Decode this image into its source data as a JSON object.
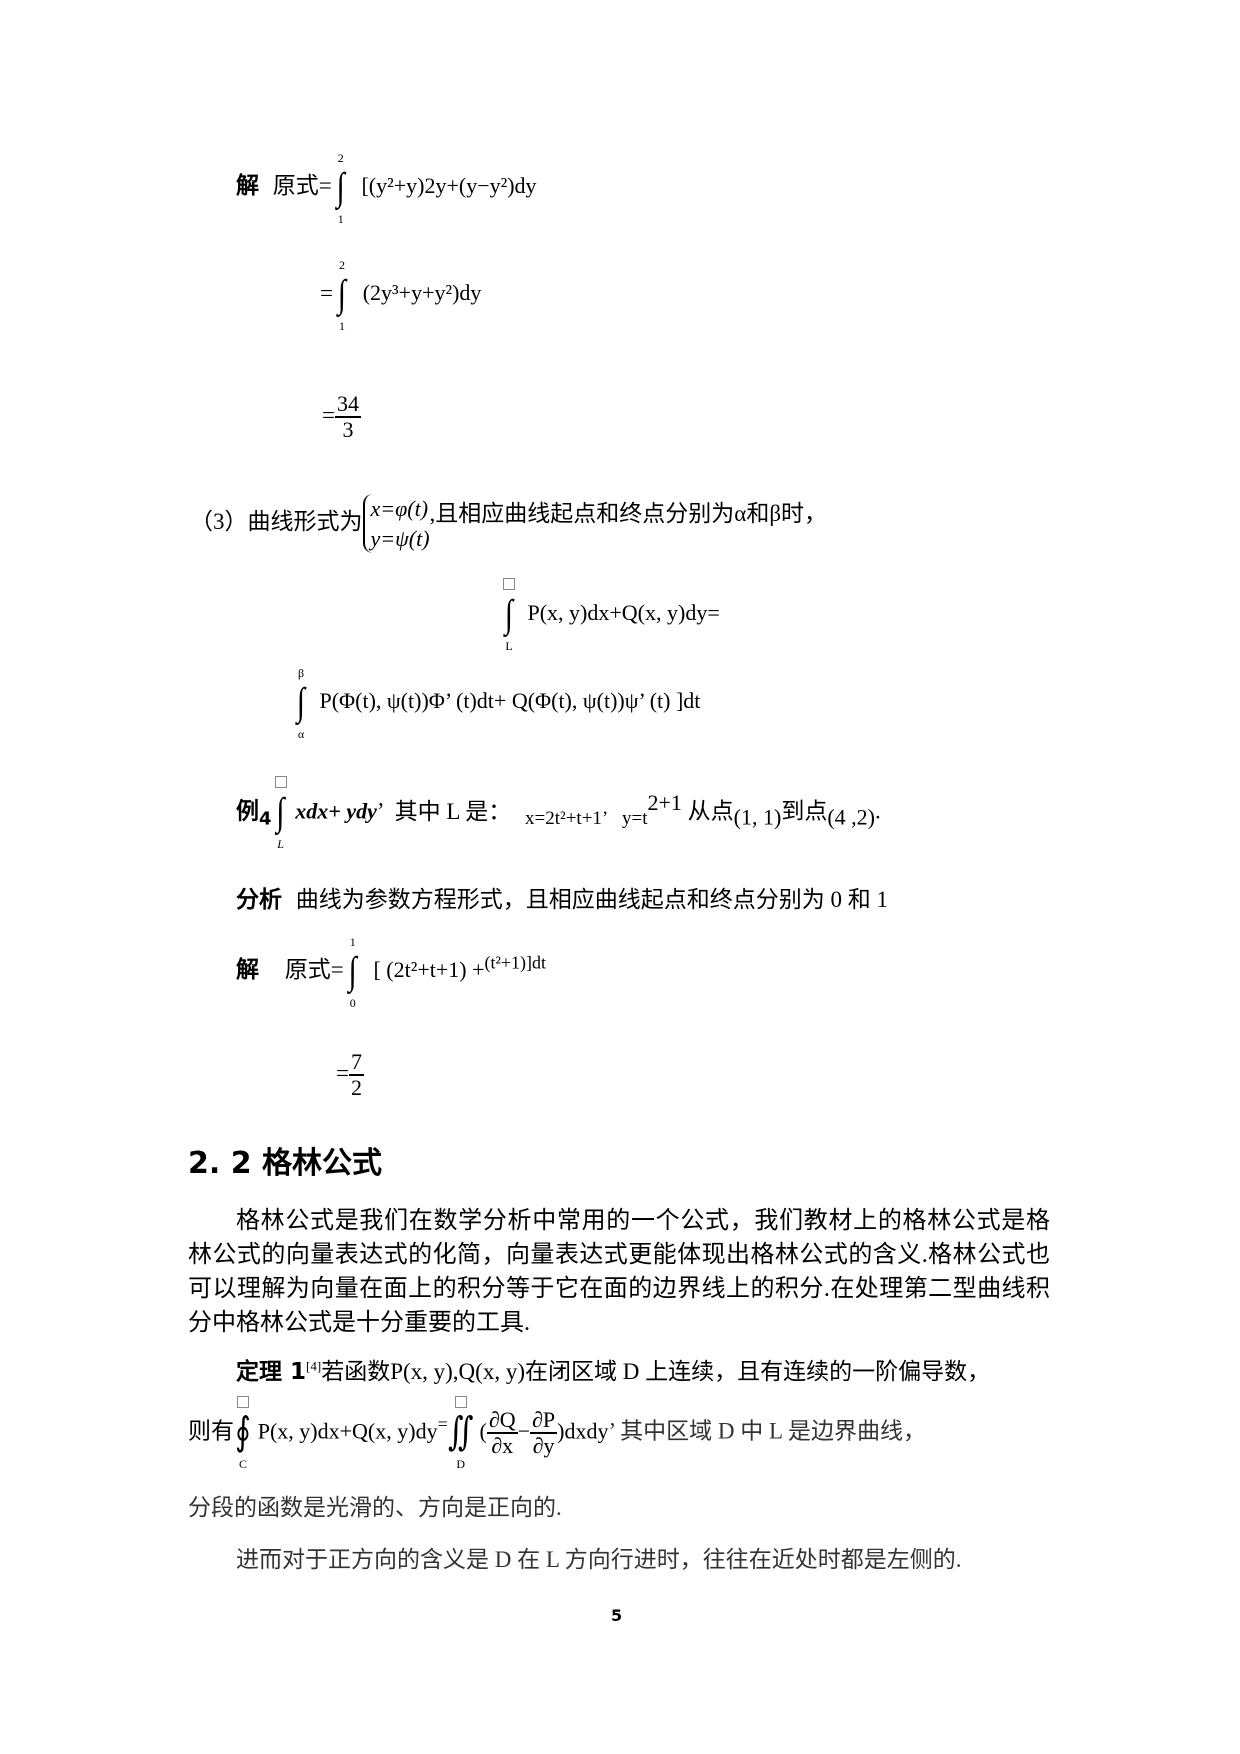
{
  "page": {
    "page_number": "5"
  },
  "solution1": {
    "label": "解",
    "lhs": "原式=",
    "line1": {
      "upper": "2",
      "lower": "1",
      "integrand": "[(y²+y)2y+(y−y²)dy"
    },
    "line2": {
      "prefix": "=",
      "upper": "2",
      "lower": "1",
      "integrand": "(2y³+y+y²)dy"
    },
    "line3": {
      "prefix": "=",
      "numerator": "34",
      "denominator": "3"
    }
  },
  "case3": {
    "lead": "（3）曲线形式为",
    "system": [
      "x=φ(t)",
      "y=ψ(t)"
    ],
    "tail": ",且相应曲线起点和终点分别为α和β时，",
    "formula_line1": {
      "lower": "L",
      "expr": "P(x, y)dx+Q(x, y)dy="
    },
    "formula_line2": {
      "upper": "β",
      "lower": "α",
      "expr": "P(Φ(t), ψ(t))Φ’ (t)dt+ Q(Φ(t), ψ(t))ψ’ (t) ]dt"
    }
  },
  "example4": {
    "label": "例",
    "number": "4",
    "lower": "L",
    "integrand": "xdx+ ydy",
    "sep": "’",
    "text1": "其中 L 是：",
    "x_eq": "x=2t²+t+1’",
    "y_eq": "y=t",
    "y_sup": "2+1",
    "from_text": "从点",
    "from_point": "(1, 1)",
    "to_text": "到点",
    "to_point": "(4 ,2)",
    "end": "."
  },
  "analysis": {
    "label": "分析",
    "text": "曲线为参数方程形式，且相应曲线起点和终点分别为 0 和 1"
  },
  "solution2": {
    "label": "解",
    "lhs": "原式=",
    "upper": "1",
    "lower": "0",
    "integrand_a": "[ (2t²+t+1) +",
    "integrand_b": "(t²+1)]dt",
    "result_prefix": "=",
    "numerator": "7",
    "denominator": "2"
  },
  "section": {
    "heading": "2. 2 格林公式",
    "paragraph": "格林公式是我们在数学分析中常用的一个公式，我们教材上的格林公式是格林公式的向量表达式的化简，向量表达式更能体现出格林公式的含义.格林公式也可以理解为向量在面上的积分等于它在面的边界线上的积分.在处理第二型曲线积分中格林公式是十分重要的工具."
  },
  "theorem": {
    "label": "定理 1",
    "ref": "[4]",
    "text": "若函数P(x, y),Q(x, y)在闭区域 D 上连续，且有连续的一阶偏导数，",
    "then": "则有",
    "lhs_lower": "C",
    "lhs_expr": "P(x, y)dx+Q(x, y)dy",
    "eq": "=",
    "rhs_lower": "D",
    "dq": "∂Q",
    "dx": "∂x",
    "dp": "∂P",
    "dy": "∂y",
    "rhs_tail": ")dxdy",
    "after": "’ 其中区域 D 中 L 是边界曲线，",
    "line3": "分段的函数是光滑的、方向是正向的.",
    "line4": "进而对于正方向的含义是 D 在 L 方向行进时，往往在近处时都是左侧的."
  }
}
